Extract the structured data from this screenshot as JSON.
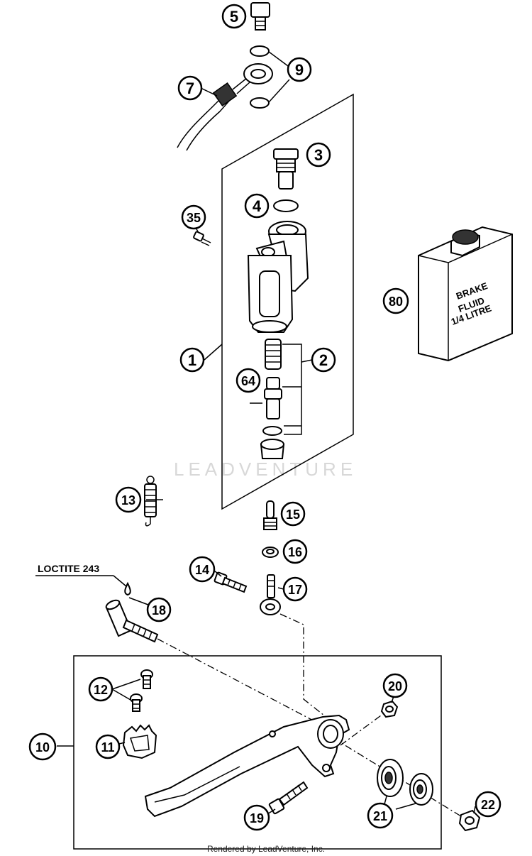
{
  "watermark": "LEADVENTURE",
  "footer": "Rendered by LeadVenture, Inc.",
  "loctite_label": "LOCTITE 243",
  "bottle_text": [
    "BRAKE",
    "FLUID",
    "1/4 LITRE"
  ],
  "callouts": {
    "c1": "1",
    "c2": "2",
    "c3": "3",
    "c4": "4",
    "c5": "5",
    "c7": "7",
    "c9": "9",
    "c10": "10",
    "c11": "11",
    "c12": "12",
    "c13": "13",
    "c14": "14",
    "c15": "15",
    "c16": "16",
    "c17": "17",
    "c18": "18",
    "c19": "19",
    "c20": "20",
    "c21": "21",
    "c22": "22",
    "c35": "35",
    "c64": "64",
    "c80": "80"
  }
}
